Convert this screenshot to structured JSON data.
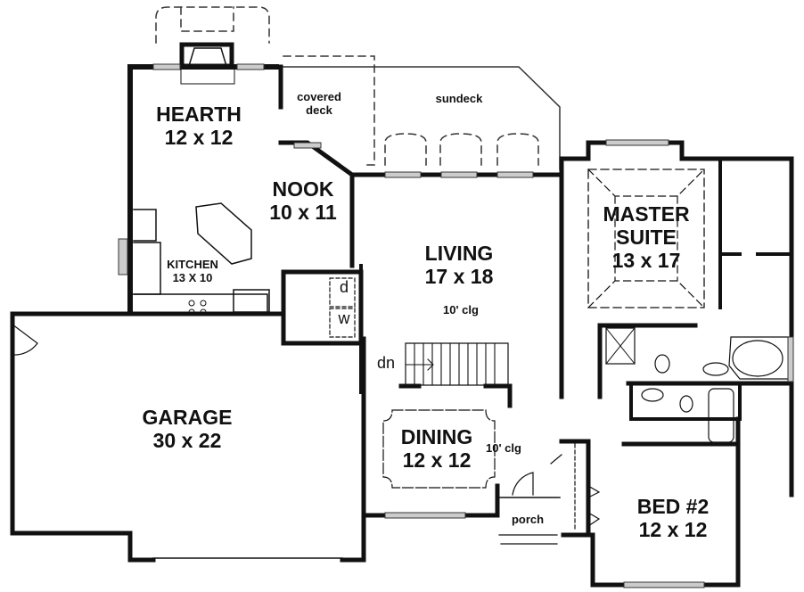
{
  "plan": {
    "rooms": {
      "hearth": {
        "name": "HEARTH",
        "size": "12 x 12"
      },
      "covered_deck": {
        "line1": "covered",
        "line2": "deck"
      },
      "sundeck": {
        "name": "sundeck"
      },
      "nook": {
        "name": "NOOK",
        "size": "10 x 11"
      },
      "master": {
        "line1": "MASTER",
        "line2": "SUITE",
        "size": "13 x 17"
      },
      "kitchen": {
        "name": "KITCHEN",
        "size": "13 X 10"
      },
      "living": {
        "name": "LIVING",
        "size": "17 x 18",
        "ceiling": "10' clg"
      },
      "laundry": {
        "dryer": "d",
        "washer": "w"
      },
      "stairs": {
        "label": "dn"
      },
      "garage": {
        "name": "GARAGE",
        "size": "30 x 22"
      },
      "dining": {
        "name": "DINING",
        "size": "12 x 12",
        "ceiling": "10' clg"
      },
      "porch": {
        "name": "porch"
      },
      "bed2": {
        "name": "BED #2",
        "size": "12 x 12"
      }
    },
    "colors": {
      "wall": "#111111",
      "line": "#333333",
      "background": "#ffffff"
    }
  }
}
